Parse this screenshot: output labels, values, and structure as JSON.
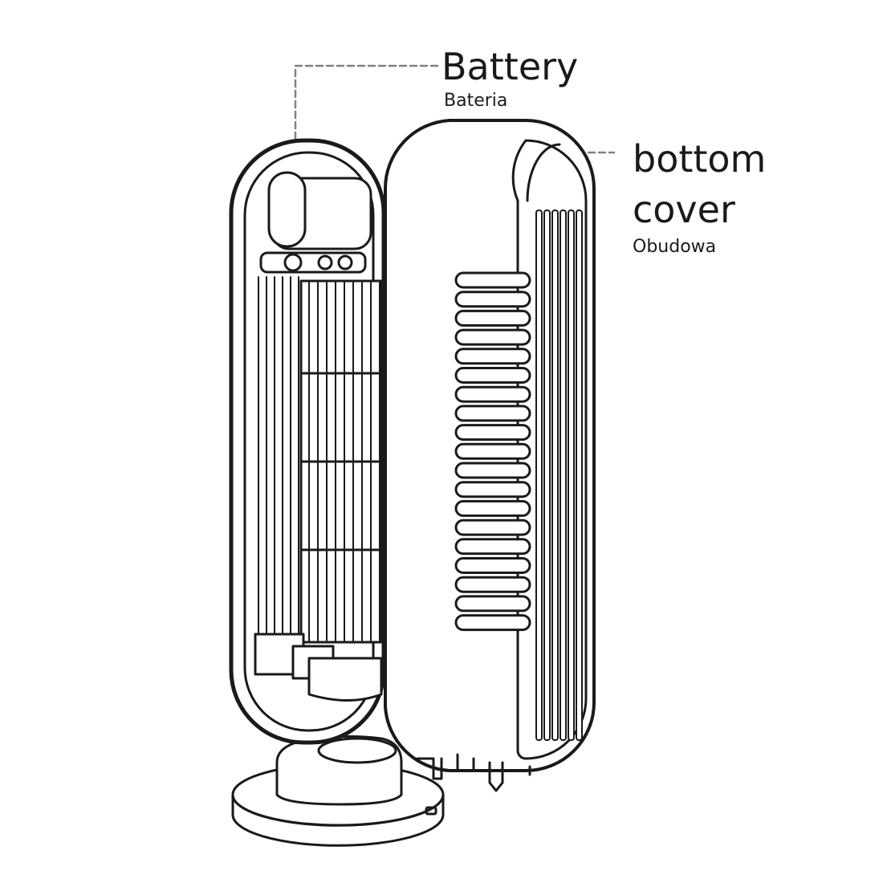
{
  "labels": {
    "battery": {
      "title": "Battery",
      "subtitle": "Bateria"
    },
    "cover": {
      "title_line1": "bottom",
      "title_line2": "cover",
      "subtitle": "Obudowa"
    }
  },
  "colors": {
    "line": "#1a1a1a",
    "leader": "#808080",
    "background": "#ffffff"
  }
}
